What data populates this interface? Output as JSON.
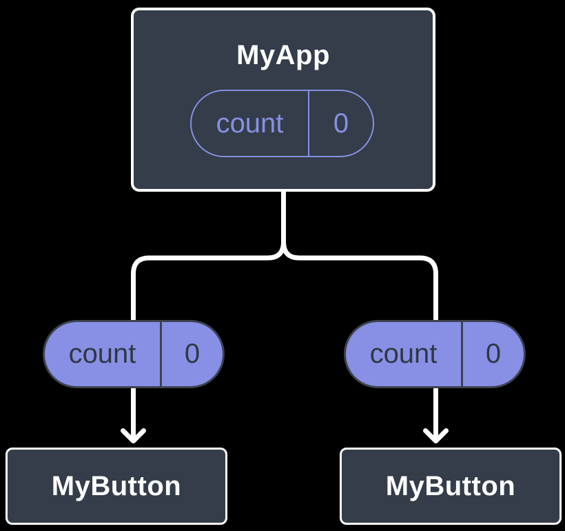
{
  "diagram": {
    "description": "Component tree diagram: parent component holding state passed down as props to two children",
    "root_node": {
      "title": "MyApp",
      "state_pill": {
        "key": "count",
        "value": "0"
      }
    },
    "prop_pills": [
      {
        "key": "count",
        "value": "0"
      },
      {
        "key": "count",
        "value": "0"
      }
    ],
    "child_nodes": [
      {
        "title": "MyButton"
      },
      {
        "title": "MyButton"
      }
    ],
    "colors": {
      "background": "#000000",
      "node_fill": "#343d49",
      "node_border": "#ffffff",
      "connector": "#ffffff",
      "state_pill_outline": "#8590e4",
      "prop_pill_fill": "#8890e6",
      "prop_pill_border": "#3c434e",
      "prop_pill_text": "#303844",
      "title_text": "#ffffff"
    }
  }
}
